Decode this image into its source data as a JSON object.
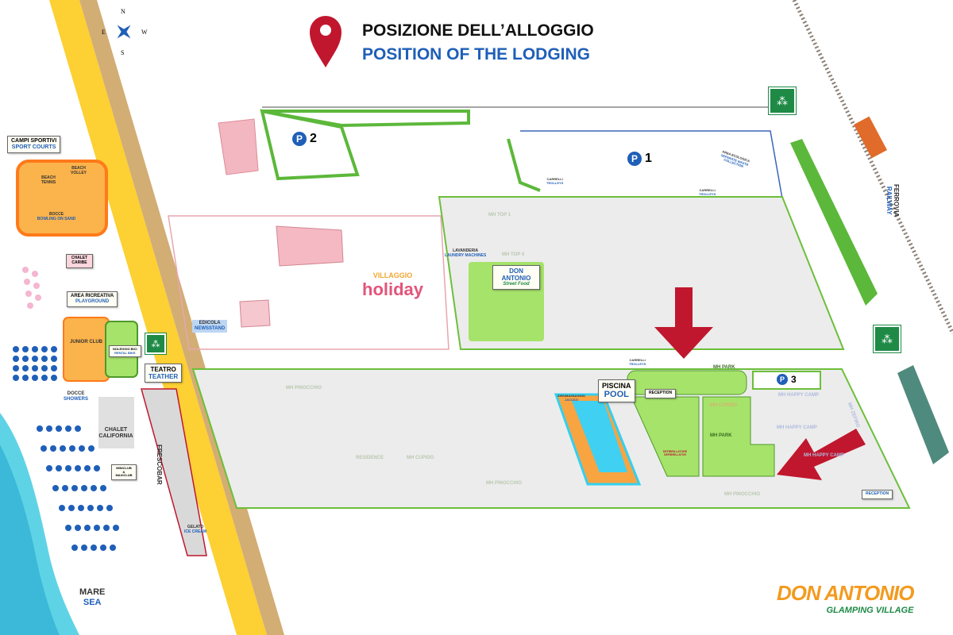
{
  "header": {
    "title": "POSIZIONE DELL’ALLOGGIO",
    "subtitle": "POSITION OF THE LODGING"
  },
  "compass": {
    "n": "N",
    "s": "S",
    "e": "E",
    "w": "W"
  },
  "parking": [
    {
      "label": "P",
      "number": "2"
    },
    {
      "label": "P",
      "number": "1"
    },
    {
      "label": "P",
      "number": "3"
    }
  ],
  "signs": {
    "sport_courts": {
      "it": "CAMPI SPORTIVI",
      "en": "SPORT COURTS"
    },
    "beach_tennis": "BEACH TENNIS",
    "beach_volley": "BEACH VOLLEY",
    "bocce": {
      "it": "BOCCE",
      "en": "BOWLING ON SAND"
    },
    "chalet_caribe": "CHALET CARIBE",
    "playground": {
      "it": "AREA RICREATIVA",
      "en": "PLAYGROUND"
    },
    "junior_club": "JUNIOR CLUB",
    "bike_rental": {
      "it": "NOLEGGIO BICI",
      "en": "RENTAL BIKE"
    },
    "theatre": {
      "it": "TEATRO",
      "en": "TEATHER"
    },
    "showers": {
      "it": "DOCCE",
      "en": "SHOWERS"
    },
    "chalet_california": "CHALET CALIFORNIA",
    "frescobar": "FRESCOBAR",
    "miniclub": "MINICLUB & MAXICLUB",
    "gelato": {
      "it": "GELATO",
      "en": "ICE CREAM"
    },
    "sea": {
      "it": "MARE",
      "en": "SEA"
    },
    "edicola": {
      "it": "EDICOLA",
      "en": "NEWSSTAND"
    },
    "laundry": {
      "it": "LAVANDERIA",
      "en": "LAUNDRY MACHINES"
    },
    "don_antonio": {
      "name": "DON ANTONIO",
      "tag": "Street Food"
    },
    "village": {
      "top": "VILLAGGIO",
      "name": "holiday"
    },
    "trolleys": {
      "it": "CARRELLI",
      "en": "TROLLEYS"
    },
    "waste": {
      "it": "AREA ECOLOGICA",
      "en": "SEPARATE WASTE COLLECTION"
    },
    "pool": {
      "it": "PISCINA",
      "en": "POOL"
    },
    "jacuzzi": {
      "it": "IDROMASSAGGIO",
      "en": "JACUZZI"
    },
    "reception": "RECEPTION",
    "defibrillator": "DEFIBRILLATORE DEFIBRILLATOR",
    "mh_park": "MH PARK",
    "mh_happy_camp": "MH HAPPY CAMP",
    "mh_zefiro": "MH ZEFIRO",
    "mh_pinocchio": "MH PINOCCHIO",
    "mh_cupido": "MH CUPIDO",
    "mh_top1": "MH TOP 1",
    "mh_top4": "MH TOP 4",
    "residence": "RESIDENCE",
    "railway": {
      "it": "FERROVIA",
      "en": "RAILWAY"
    }
  },
  "logo": {
    "line1": "DON ANTONIO",
    "line2": "GLAMPING VILLAGE"
  },
  "colors": {
    "accent_red": "#c0172e",
    "blue": "#1f5fb8",
    "grass": "#a6e36b",
    "road": "#fdd033",
    "sand": "#d2ad74"
  }
}
